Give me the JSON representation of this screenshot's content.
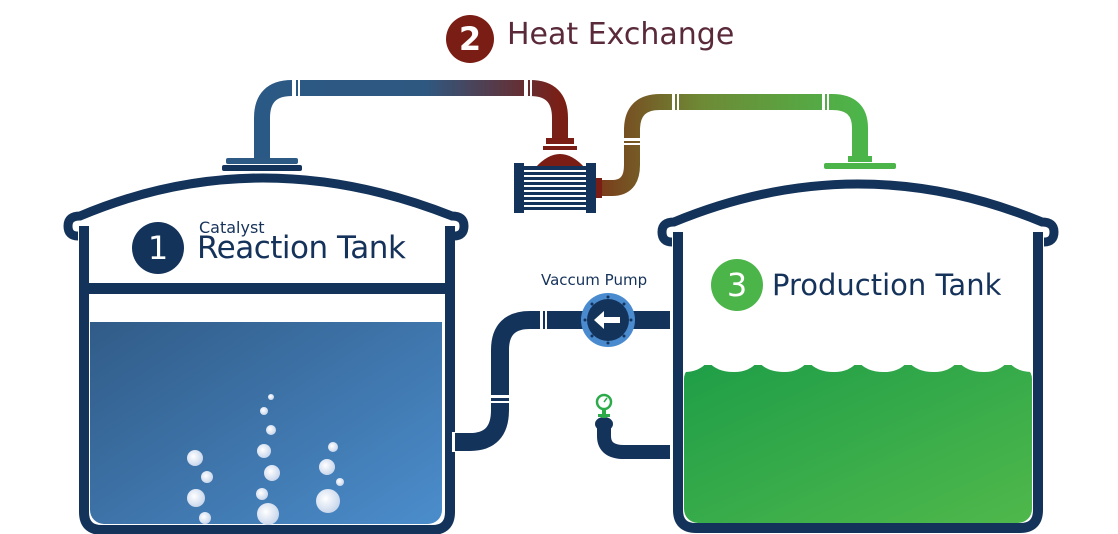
{
  "title": {
    "number": "2",
    "text": "Heat Exchange"
  },
  "tank1": {
    "number": "1",
    "subtitle": "Catalyst",
    "title": "Reaction Tank"
  },
  "tank3": {
    "number": "3",
    "title": "Production Tank"
  },
  "pump": {
    "label": "Vaccum Pump"
  },
  "colors": {
    "navy": "#14335a",
    "blue_pipe": "#2d5a85",
    "heat_red": "#7a1d14",
    "green": "#4cb54a",
    "pump_ring": "#4a8bd0"
  }
}
